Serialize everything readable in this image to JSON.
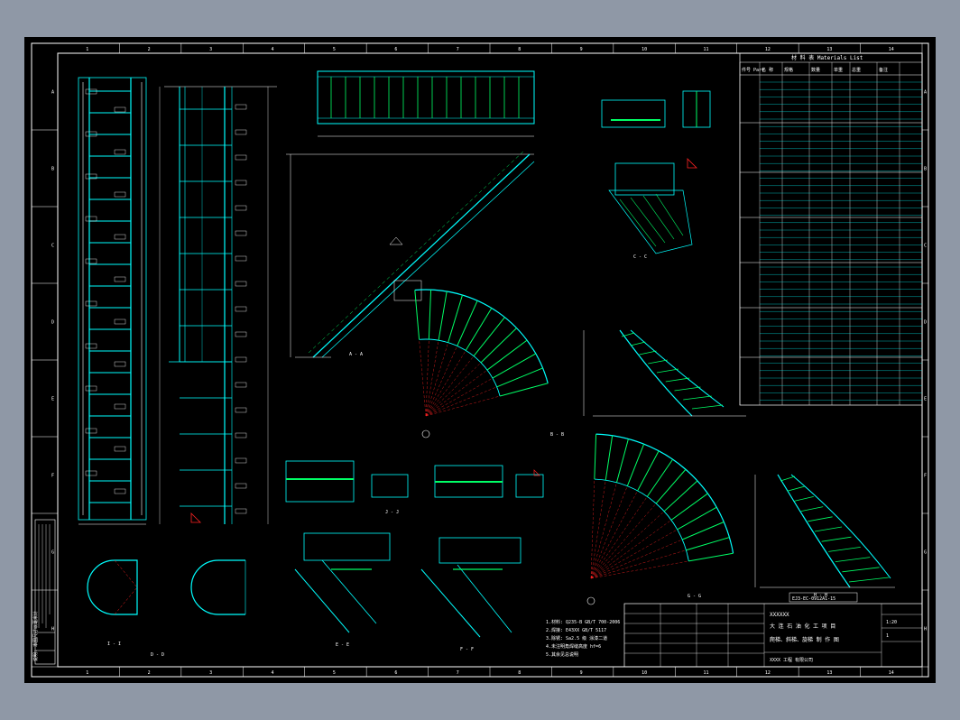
{
  "colors": {
    "background": "#000000",
    "desktop": "#8f98a6",
    "border": "#ffffff",
    "structure": "#00ffff",
    "member": "#00ff66",
    "dimension": "#ffffff",
    "callout": "#ff2020",
    "section_label": "#cc33cc",
    "highlight": "#ffff00"
  },
  "border": {
    "top_zones": [
      "1",
      "2",
      "3",
      "4",
      "5",
      "6",
      "7",
      "8",
      "9",
      "10",
      "11",
      "12",
      "13",
      "14"
    ],
    "bottom_zones": [
      "1",
      "2",
      "3",
      "4",
      "5",
      "6",
      "7",
      "8",
      "9",
      "10",
      "11",
      "12",
      "13",
      "14"
    ],
    "left_rows": [
      "A",
      "B",
      "C",
      "D",
      "E",
      "F",
      "G",
      "H"
    ],
    "right_rows": [
      "A",
      "B",
      "C",
      "D",
      "E",
      "F",
      "G",
      "H"
    ]
  },
  "table": {
    "title": "材 料 表    Materials List",
    "header": [
      "件号 Part",
      "名 称",
      "规格",
      "数量",
      "单重",
      "总重",
      "备注"
    ]
  },
  "title_block": {
    "drawing_no": "EJ3-EC-0912A1-15",
    "project_line1": "XXXXXX",
    "project_line2": "大 连 石 油 化 工 项 目",
    "drawing_title": "爬梯、斜梯、旋梯 制 作 图",
    "sheet": "1",
    "scale": "1:20",
    "company": "XXXX 工程 有限公司"
  },
  "notes": [
    "1.材料: Q235-B   GB/T 700-2006",
    "2.焊接: E43XX   GB/T 5117",
    "3.除锈: Sa2.5 级 涂漆二道",
    "4.未注明角焊缝高度 hf=6",
    "5.其余见总说明"
  ],
  "sections": [
    "A - A",
    "B - B",
    "C - C",
    "D - D",
    "E - E",
    "F - F",
    "G - G",
    "H - H",
    "I - I",
    "J - J"
  ],
  "left_strip": "说明: 本图尺寸以毫米计"
}
